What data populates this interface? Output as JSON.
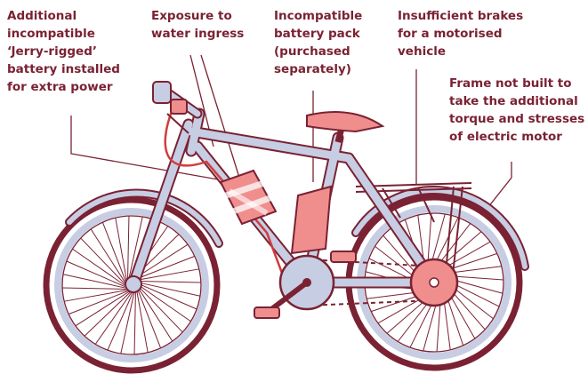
{
  "labels": {
    "jerry_rigged": [
      "Additional",
      "incompatible",
      "‘Jerry-rigged’",
      "battery installed",
      "for extra power"
    ],
    "water": [
      "Exposure to",
      "water ingress"
    ],
    "battery_pack": [
      "Incompatible",
      "battery pack",
      "(purchased",
      "separately)"
    ],
    "brakes": [
      "Insufficient brakes",
      "for a motorised",
      "vehicle"
    ],
    "frame": [
      "Frame not built to",
      "take the additional",
      "torque and stresses",
      "of electric motor"
    ]
  },
  "colors": {
    "label_text": "#7a2233",
    "outline": "#7a2233",
    "frame_fill": "#c7cde3",
    "accent_pink": "#f08e8e",
    "tyre_fill": "#ffffff"
  }
}
